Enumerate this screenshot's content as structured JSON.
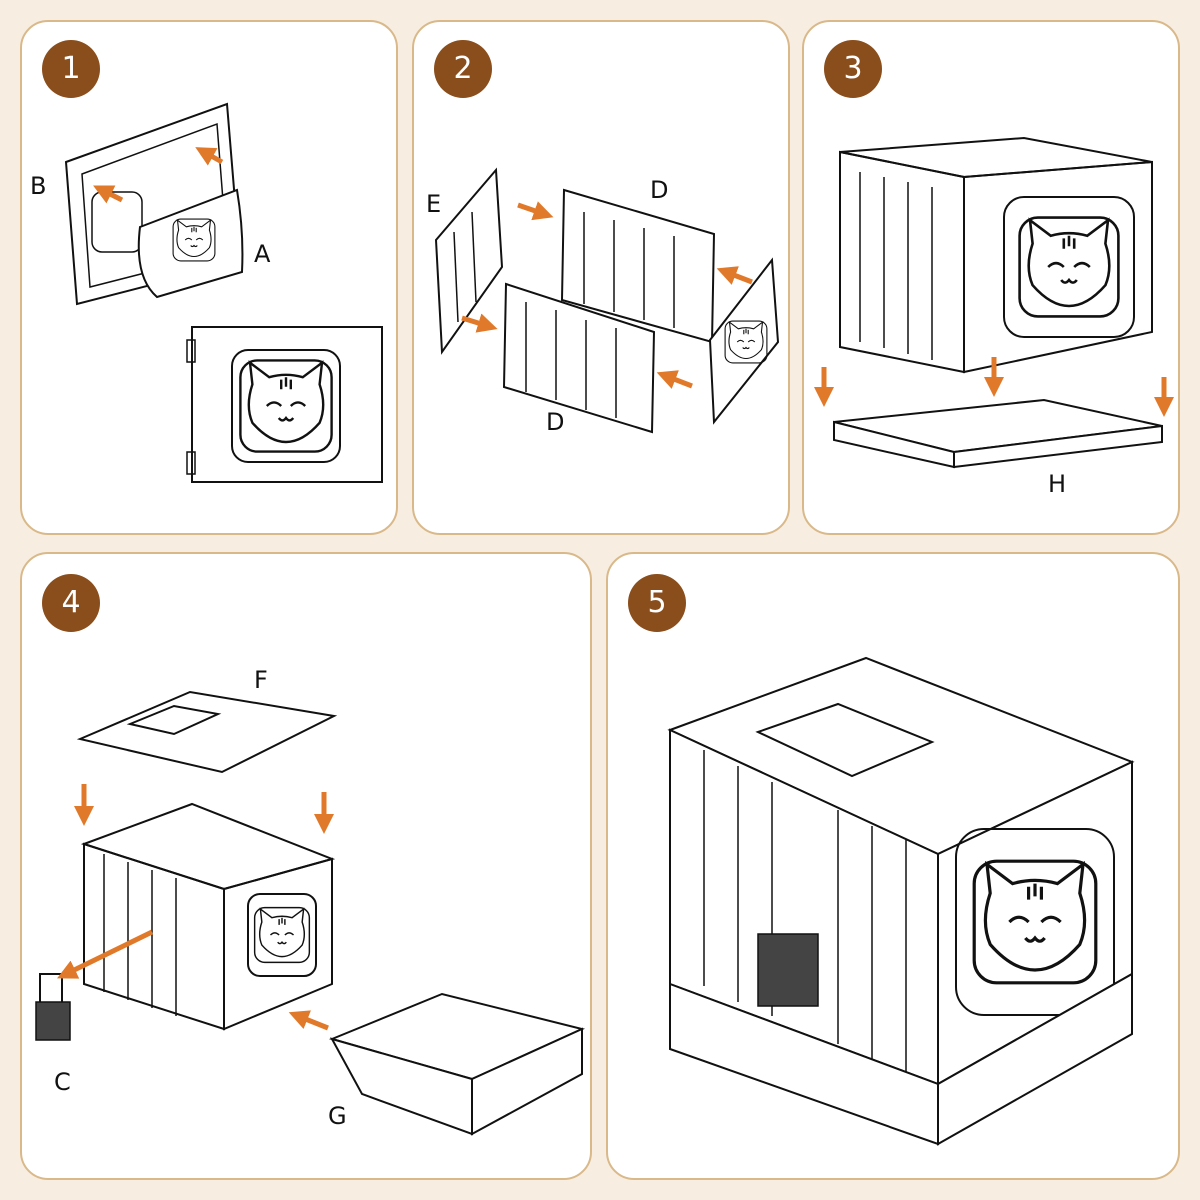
{
  "steps": [
    {
      "number": "1",
      "labels": {
        "b": "B",
        "a": "A"
      }
    },
    {
      "number": "2",
      "labels": {
        "e": "E",
        "d_top": "D",
        "d_bottom": "D"
      }
    },
    {
      "number": "3",
      "labels": {
        "h": "H"
      }
    },
    {
      "number": "4",
      "labels": {
        "f": "F",
        "c": "C",
        "g": "G"
      }
    },
    {
      "number": "5",
      "labels": {}
    }
  ],
  "colors": {
    "badge": "#8a4e1c",
    "arrow": "#e07a2a",
    "border": "#d9b98a",
    "background": "#f8ede1"
  }
}
